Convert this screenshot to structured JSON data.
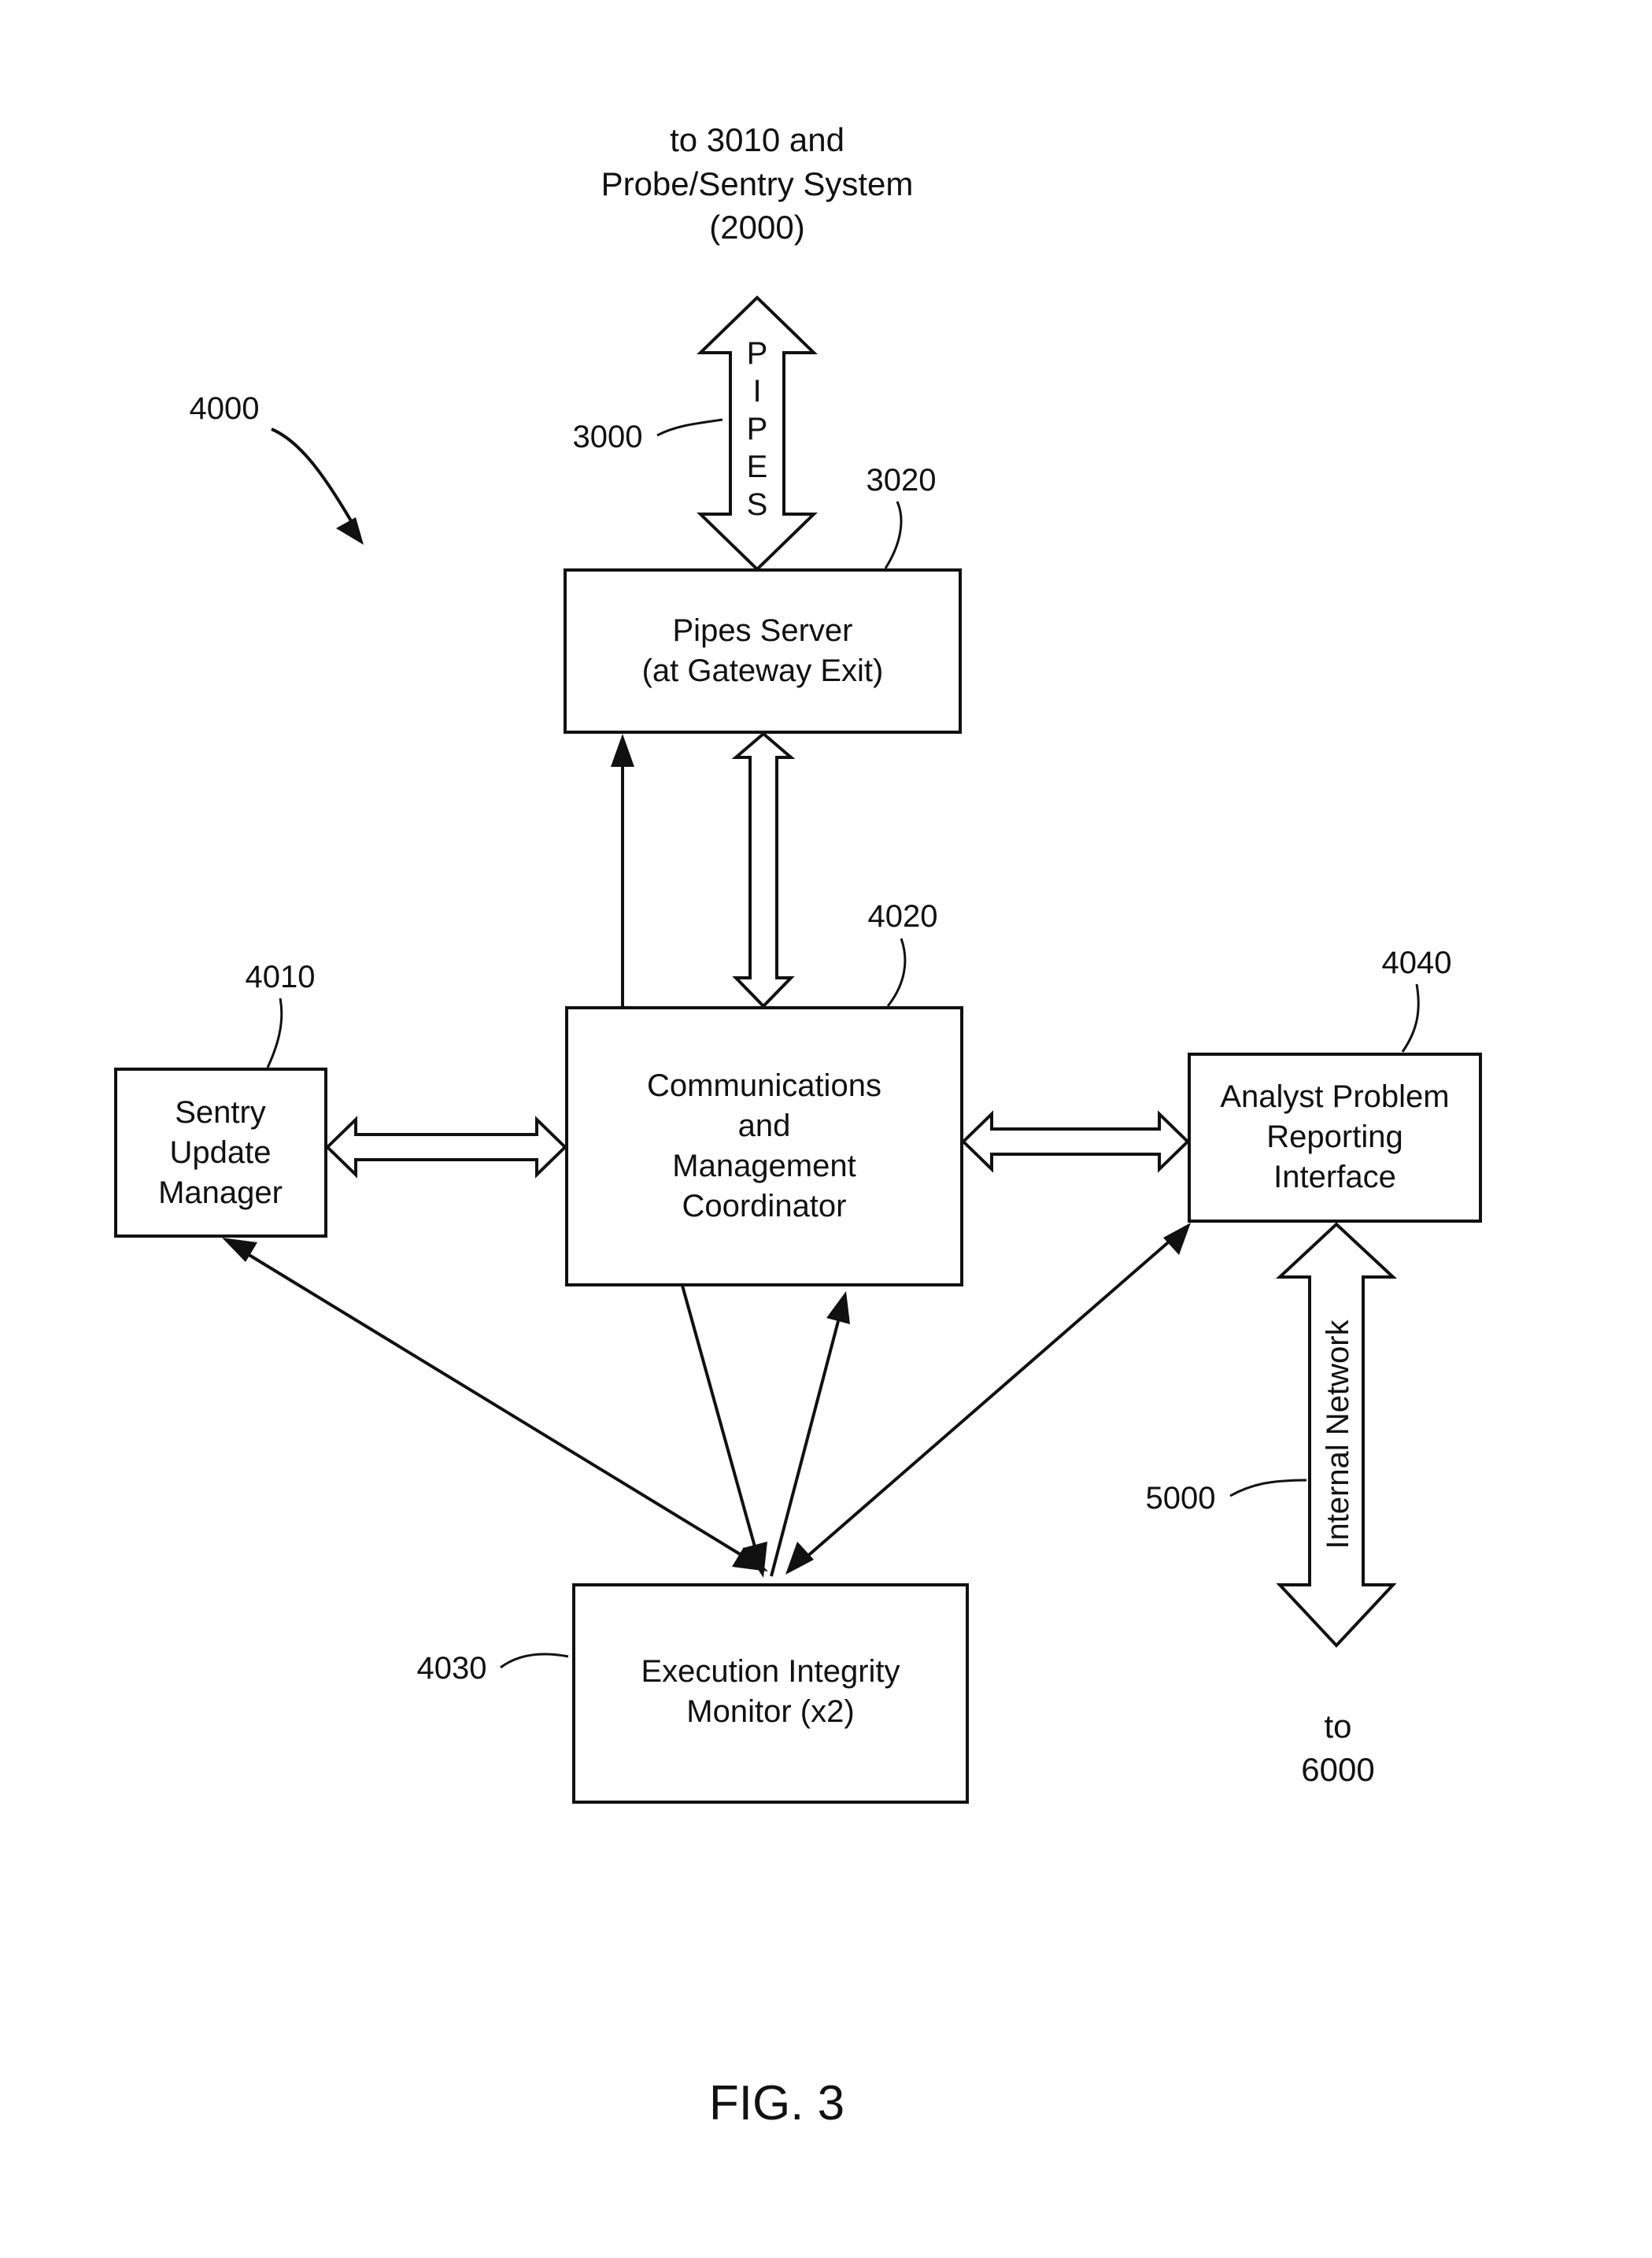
{
  "figure": {
    "caption": "FIG. 3",
    "system_ref": "4000",
    "top_destination": [
      "to 3010 and",
      "Probe/Sentry System",
      "(2000)"
    ],
    "bottom_destination": [
      "to",
      "6000"
    ]
  },
  "pipes": {
    "ref": "3000",
    "letters": [
      "P",
      "I",
      "P",
      "E",
      "S"
    ]
  },
  "internal_network": {
    "ref": "5000",
    "label": "Internal Network"
  },
  "boxes": {
    "pipes_server": {
      "ref": "3020",
      "lines": [
        "Pipes Server",
        "(at Gateway Exit)"
      ]
    },
    "coordinator": {
      "ref": "4020",
      "lines": [
        "Communications",
        "and",
        "Management",
        "Coordinator"
      ]
    },
    "sentry_update": {
      "ref": "4010",
      "lines": [
        "Sentry",
        "Update",
        "Manager"
      ]
    },
    "analyst": {
      "ref": "4040",
      "lines": [
        "Analyst Problem",
        "Reporting",
        "Interface"
      ]
    },
    "integrity_monitor": {
      "ref": "4030",
      "lines": [
        "Execution Integrity",
        "Monitor (x2)"
      ]
    }
  }
}
